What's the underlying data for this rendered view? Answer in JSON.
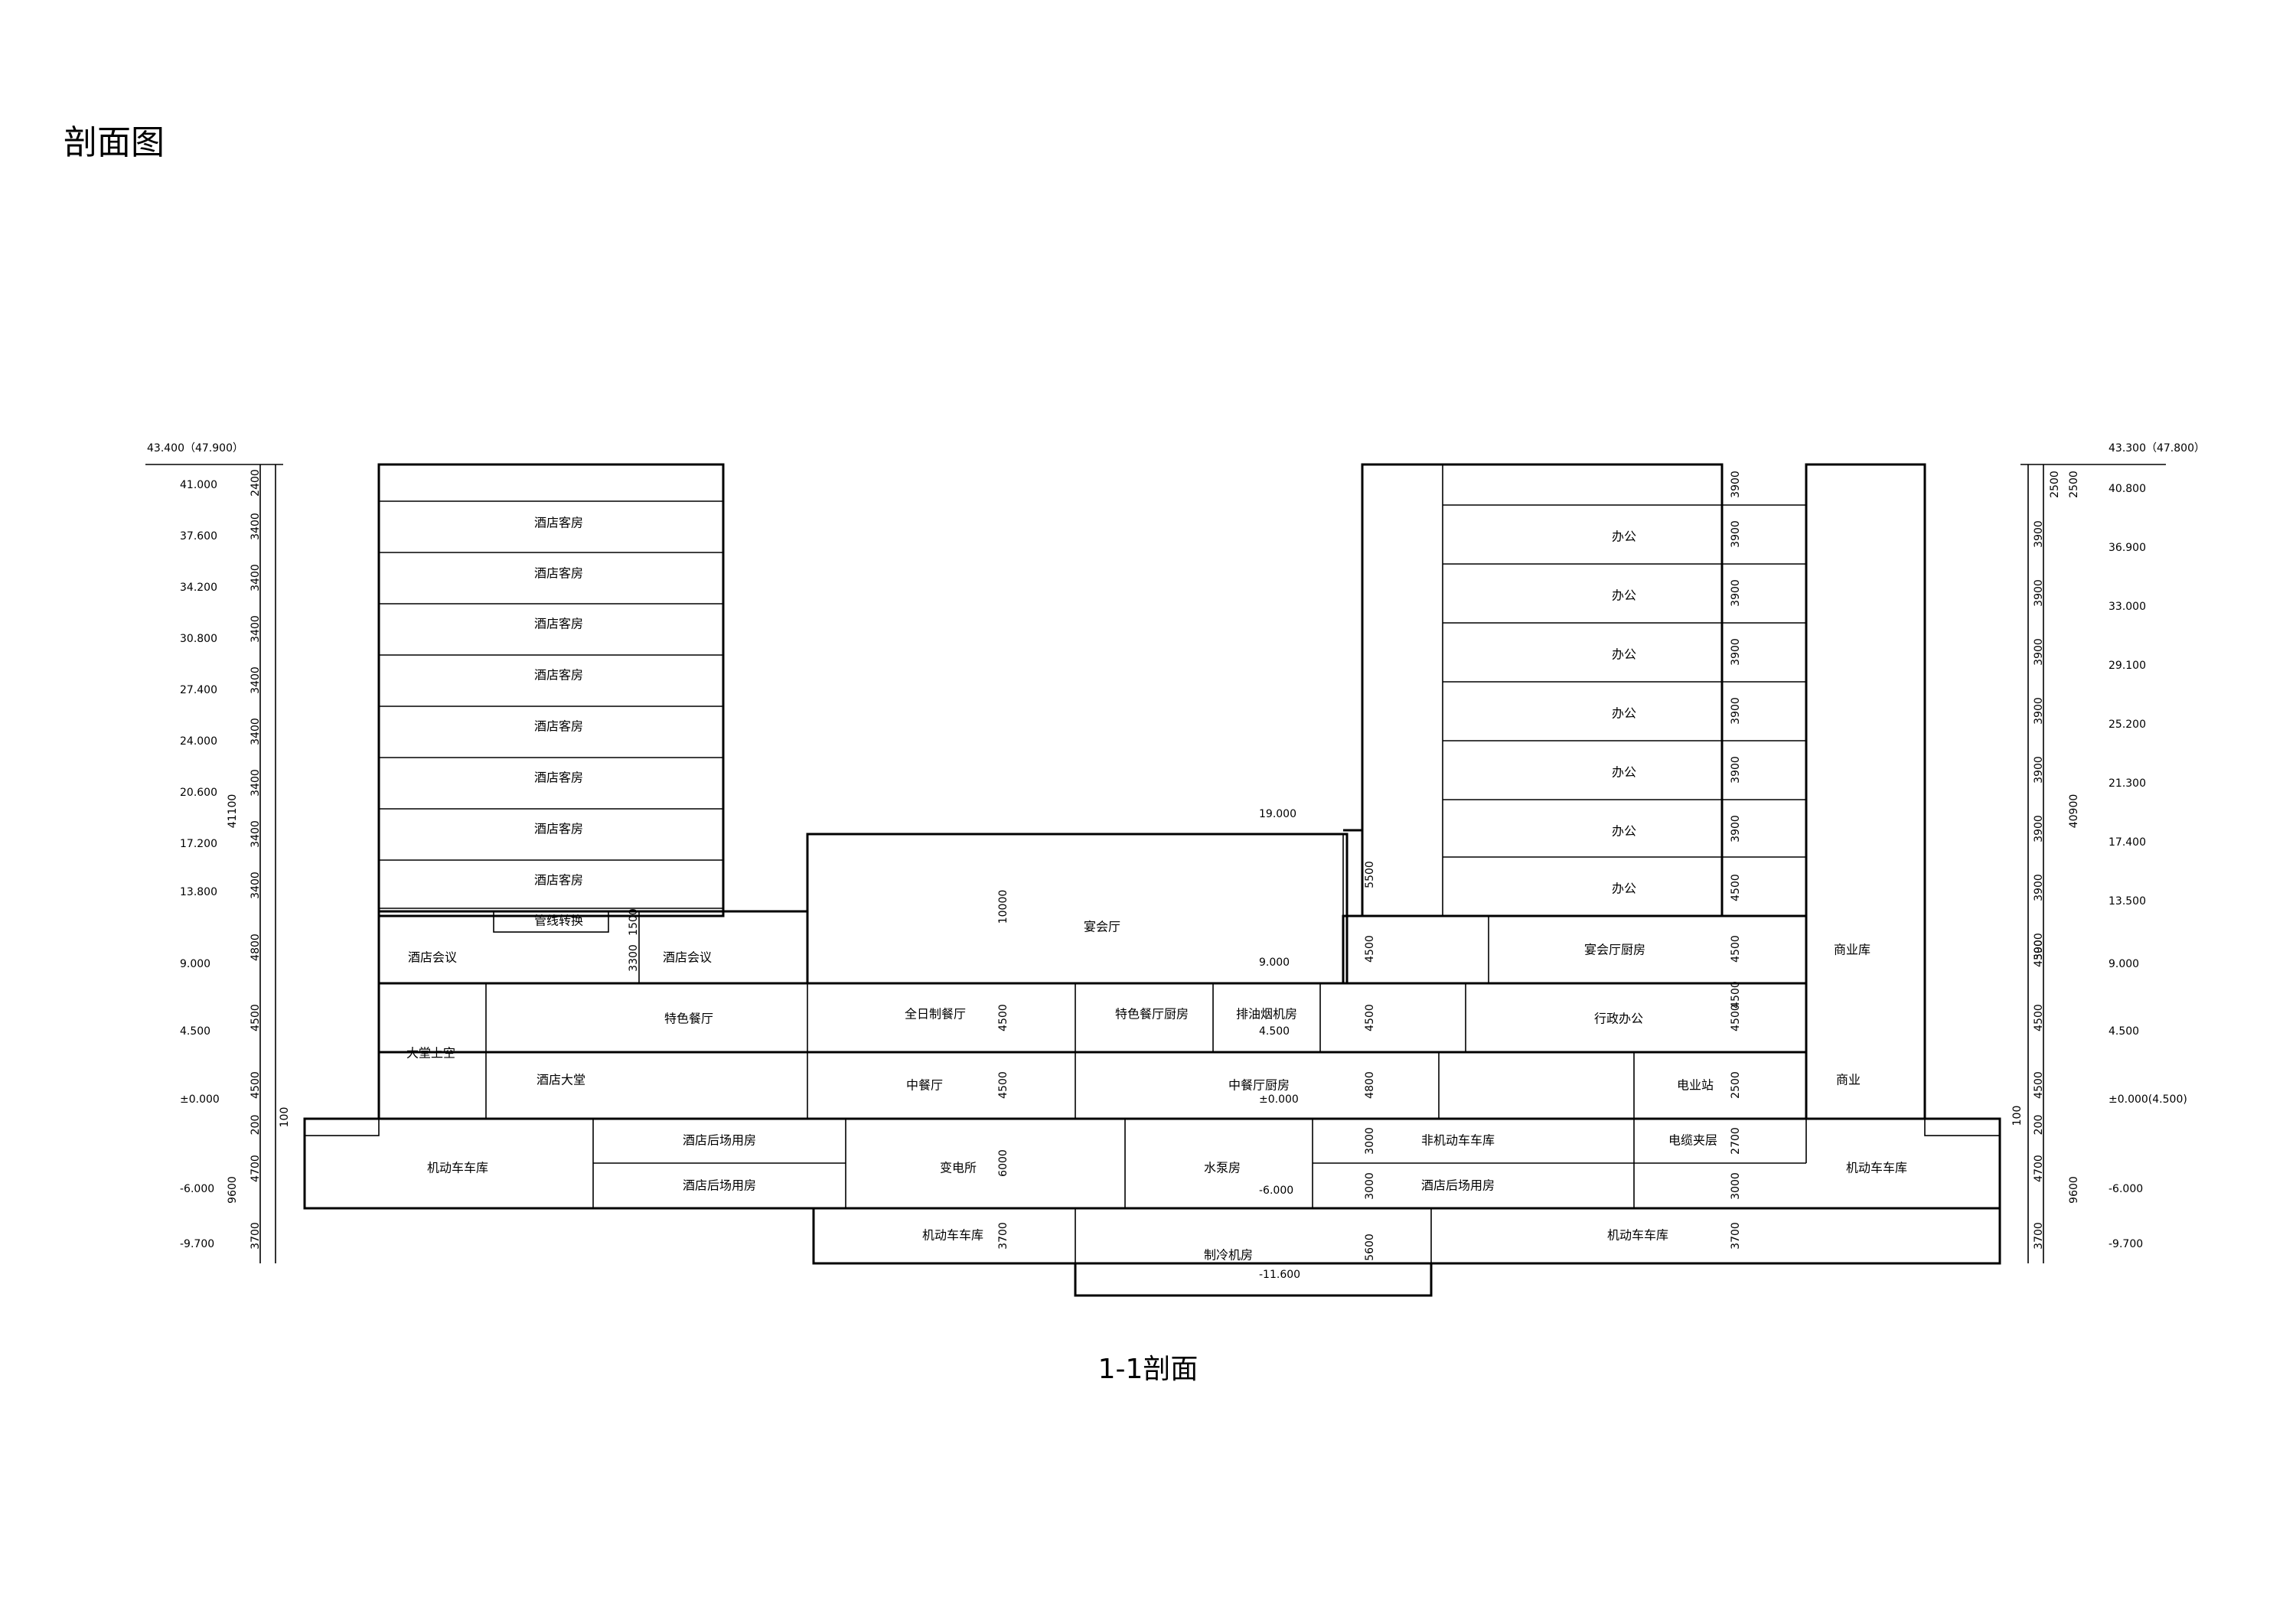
{
  "page_title": "剖面图",
  "section_title": "1-1剖面",
  "rooms": [
    "酒店客房",
    "酒店客房",
    "酒店客房",
    "酒店客房",
    "酒店客房",
    "酒店客房",
    "酒店客房",
    "酒店客房",
    "管线转换",
    "酒店会议",
    "酒店会议",
    "宴会厅",
    "宴会厅厨房",
    "商业库",
    "办公",
    "办公",
    "办公",
    "办公",
    "办公",
    "办公",
    "办公",
    "大堂上空",
    "特色餐厅",
    "全日制餐厅",
    "特色餐厅厨房",
    "排油烟机房",
    "行政办公",
    "酒店大堂",
    "中餐厅",
    "中餐厅厨房",
    "电业站",
    "商业",
    "机动车车库",
    "酒店后场用房",
    "酒店后场用房",
    "变电所",
    "水泵房",
    "非机动车车库",
    "电缆夹层",
    "酒店后场用房",
    "机动车车库",
    "机动车车库",
    "制冷机房",
    "机动车车库"
  ],
  "levels_left": [
    "43.400（47.900）",
    "41.000",
    "37.600",
    "34.200",
    "30.800",
    "27.400",
    "24.000",
    "20.600",
    "17.200",
    "13.800",
    "9.000",
    "4.500",
    "±0.000",
    "-6.000",
    "-9.700"
  ],
  "levels_right": [
    "43.300（47.800）",
    "40.800",
    "36.900",
    "33.000",
    "29.100",
    "25.200",
    "21.300",
    "17.400",
    "13.500",
    "9.000",
    "4.500",
    "±0.000(4.500)",
    "-6.000",
    "-9.700"
  ],
  "levels_inner": [
    "19.000",
    "9.000",
    "4.500",
    "±0.000",
    "-6.000",
    "-11.600"
  ],
  "dims_left": [
    "2400",
    "3400",
    "3400",
    "3400",
    "3400",
    "3400",
    "3400",
    "3400",
    "3400",
    "4800",
    "4500",
    "4500",
    "100",
    "200",
    "4700",
    "3700"
  ],
  "dims_left_total": [
    "41100",
    "9600"
  ],
  "dims_right": [
    "2500",
    "3900",
    "3900",
    "3900",
    "3900",
    "3900",
    "3900",
    "3900",
    "3900",
    "4500",
    "4500",
    "4500",
    "100",
    "200",
    "4700",
    "3700"
  ],
  "dims_right_total": [
    "2500",
    "40900",
    "9600"
  ],
  "dims_inner": [
    "1500",
    "3300",
    "10000",
    "5500",
    "4500",
    "4500",
    "4500",
    "4500",
    "4500",
    "4500",
    "4800",
    "2500",
    "3900",
    "3900",
    "3900",
    "3900",
    "3900",
    "3900",
    "3900",
    "4500",
    "4500",
    "6000",
    "3000",
    "3000",
    "2700",
    "3000",
    "3700",
    "5600",
    "3700"
  ]
}
